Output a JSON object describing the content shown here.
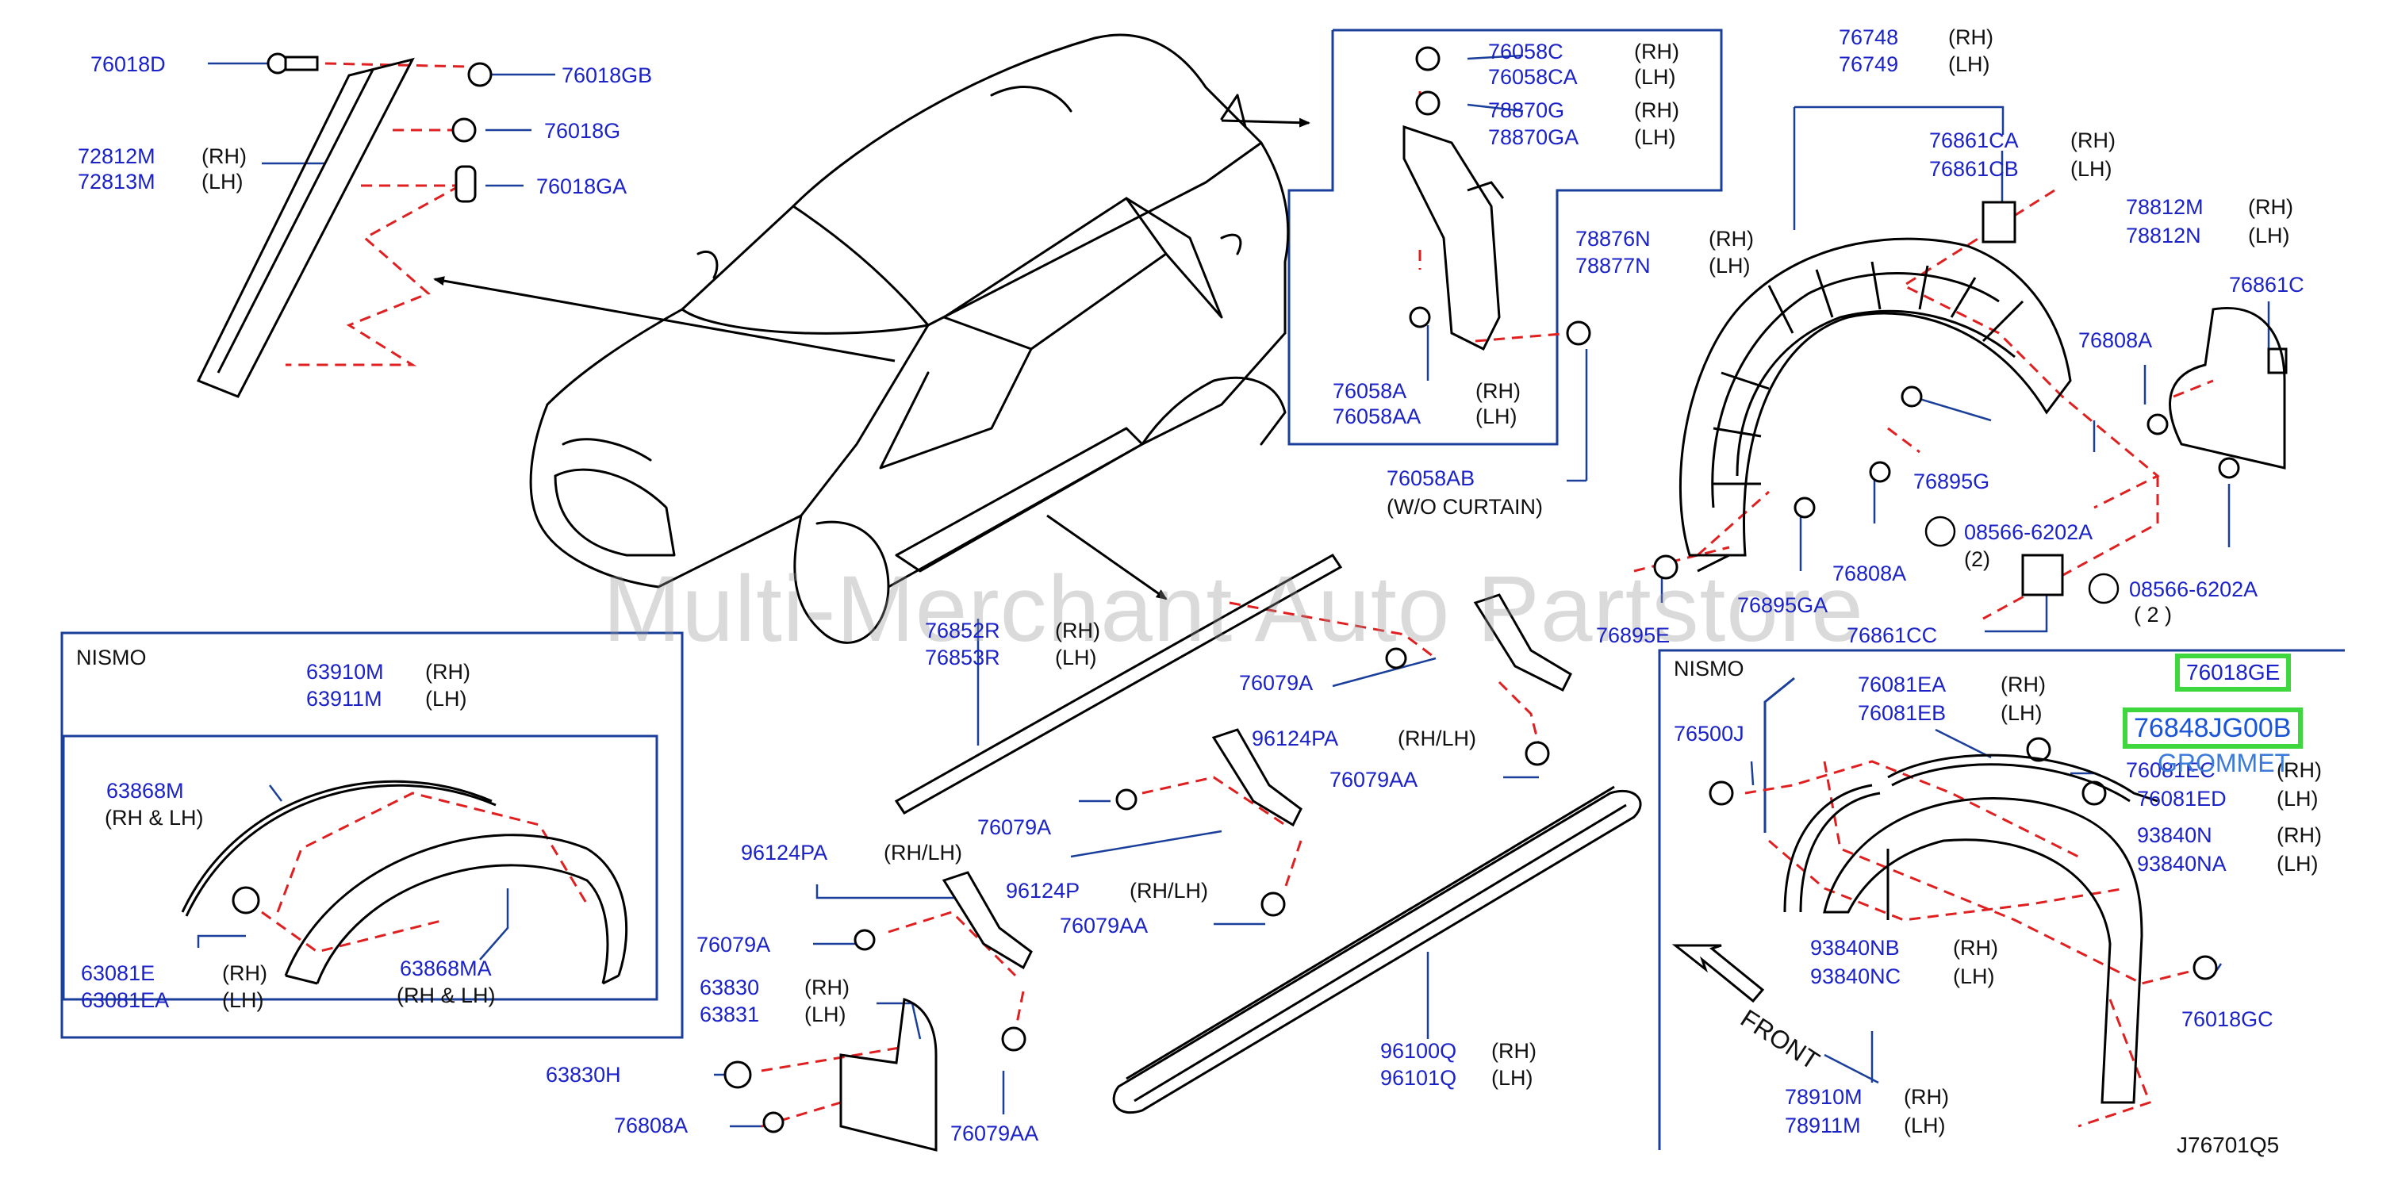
{
  "watermark": "Multi-Merchant Auto Partstore",
  "diagram_code": "J76701Q5",
  "sections": {
    "nismo": "NISMO",
    "front": "FRONT"
  },
  "highlight": {
    "label_a": "76018GE",
    "label_b": "76848JG00B",
    "label_b_sub": "GROMMET"
  },
  "labels": {
    "top_left": [
      {
        "pn": "76018D"
      },
      {
        "pn": "76018GB"
      },
      {
        "pn": "76018G"
      },
      {
        "pn": "76018GA"
      },
      {
        "pn": "72812M",
        "side": "(RH)"
      },
      {
        "pn": "72813M",
        "side": "(LH)"
      }
    ],
    "bracket_box": [
      {
        "pn": "76058C",
        "side": "(RH)"
      },
      {
        "pn": "76058CA",
        "side": "(LH)"
      },
      {
        "pn": "78870G",
        "side": "(RH)"
      },
      {
        "pn": "78870GA",
        "side": "(LH)"
      },
      {
        "pn": "78876N",
        "side": "(RH)"
      },
      {
        "pn": "78877N",
        "side": "(LH)"
      },
      {
        "pn": "76058A",
        "side": "(RH)"
      },
      {
        "pn": "76058AA",
        "side": "(LH)"
      },
      {
        "pn": "76058AB",
        "note": "(W/O   CURTAIN)"
      }
    ],
    "liner": [
      {
        "pn": "76748",
        "side": "(RH)"
      },
      {
        "pn": "76749",
        "side": "(LH)"
      },
      {
        "pn": "76861CA",
        "side": "(RH)"
      },
      {
        "pn": "76861CB",
        "side": "(LH)"
      },
      {
        "pn": "78812M",
        "side": "(RH)"
      },
      {
        "pn": "78812N",
        "side": "(LH)"
      },
      {
        "pn": "76861C"
      },
      {
        "pn": "76808A"
      },
      {
        "pn": "76895G"
      },
      {
        "pn": "08566-6202A",
        "qty": "(2)"
      },
      {
        "pn": "08566-6202A",
        "qty": "(  2  )"
      },
      {
        "pn": "76808A"
      },
      {
        "pn": "76895GA"
      },
      {
        "pn": "76895E"
      },
      {
        "pn": "76861CC"
      }
    ],
    "middle": [
      {
        "pn": "76852R",
        "side": "(RH)"
      },
      {
        "pn": "76853R",
        "side": "(LH)"
      },
      {
        "pn": "76079A"
      },
      {
        "pn": "96124PA",
        "side": "(RH/LH)"
      },
      {
        "pn": "76079AA"
      },
      {
        "pn": "76079A"
      },
      {
        "pn": "96124P",
        "side": "(RH/LH)"
      },
      {
        "pn": "76079AA"
      },
      {
        "pn": "96124PA",
        "side": "(RH/LH)"
      },
      {
        "pn": "76079A"
      },
      {
        "pn": "63830",
        "side": "(RH)"
      },
      {
        "pn": "63831",
        "side": "(LH)"
      },
      {
        "pn": "63830H"
      },
      {
        "pn": "76808A"
      },
      {
        "pn": "76079AA"
      },
      {
        "pn": "96100Q",
        "side": "(RH)"
      },
      {
        "pn": "96101Q",
        "side": "(LH)"
      }
    ],
    "nismo_left": [
      {
        "pn": "63910M",
        "side": "(RH)"
      },
      {
        "pn": "63911M",
        "side": "(LH)"
      },
      {
        "pn": "63868M",
        "side": "(RH   &   LH)"
      },
      {
        "pn": "63081E",
        "side": "(RH)"
      },
      {
        "pn": "63081EA",
        "side": "(LH)"
      },
      {
        "pn": "63868MA",
        "side": "(RH   &   LH)"
      }
    ],
    "nismo_right": [
      {
        "pn": "76081EA",
        "side": "(RH)"
      },
      {
        "pn": "76081EB",
        "side": "(LH)"
      },
      {
        "pn": "76500J"
      },
      {
        "pn": "76081EC",
        "side": "(RH)"
      },
      {
        "pn": "76081ED",
        "side": "(LH)"
      },
      {
        "pn": "93840N",
        "side": "(RH)"
      },
      {
        "pn": "93840NA",
        "side": "(LH)"
      },
      {
        "pn": "93840NB",
        "side": "(RH)"
      },
      {
        "pn": "93840NC",
        "side": "(LH)"
      },
      {
        "pn": "76018GC"
      },
      {
        "pn": "78910M",
        "side": "(RH)"
      },
      {
        "pn": "78911M",
        "side": "(LH)"
      }
    ]
  }
}
